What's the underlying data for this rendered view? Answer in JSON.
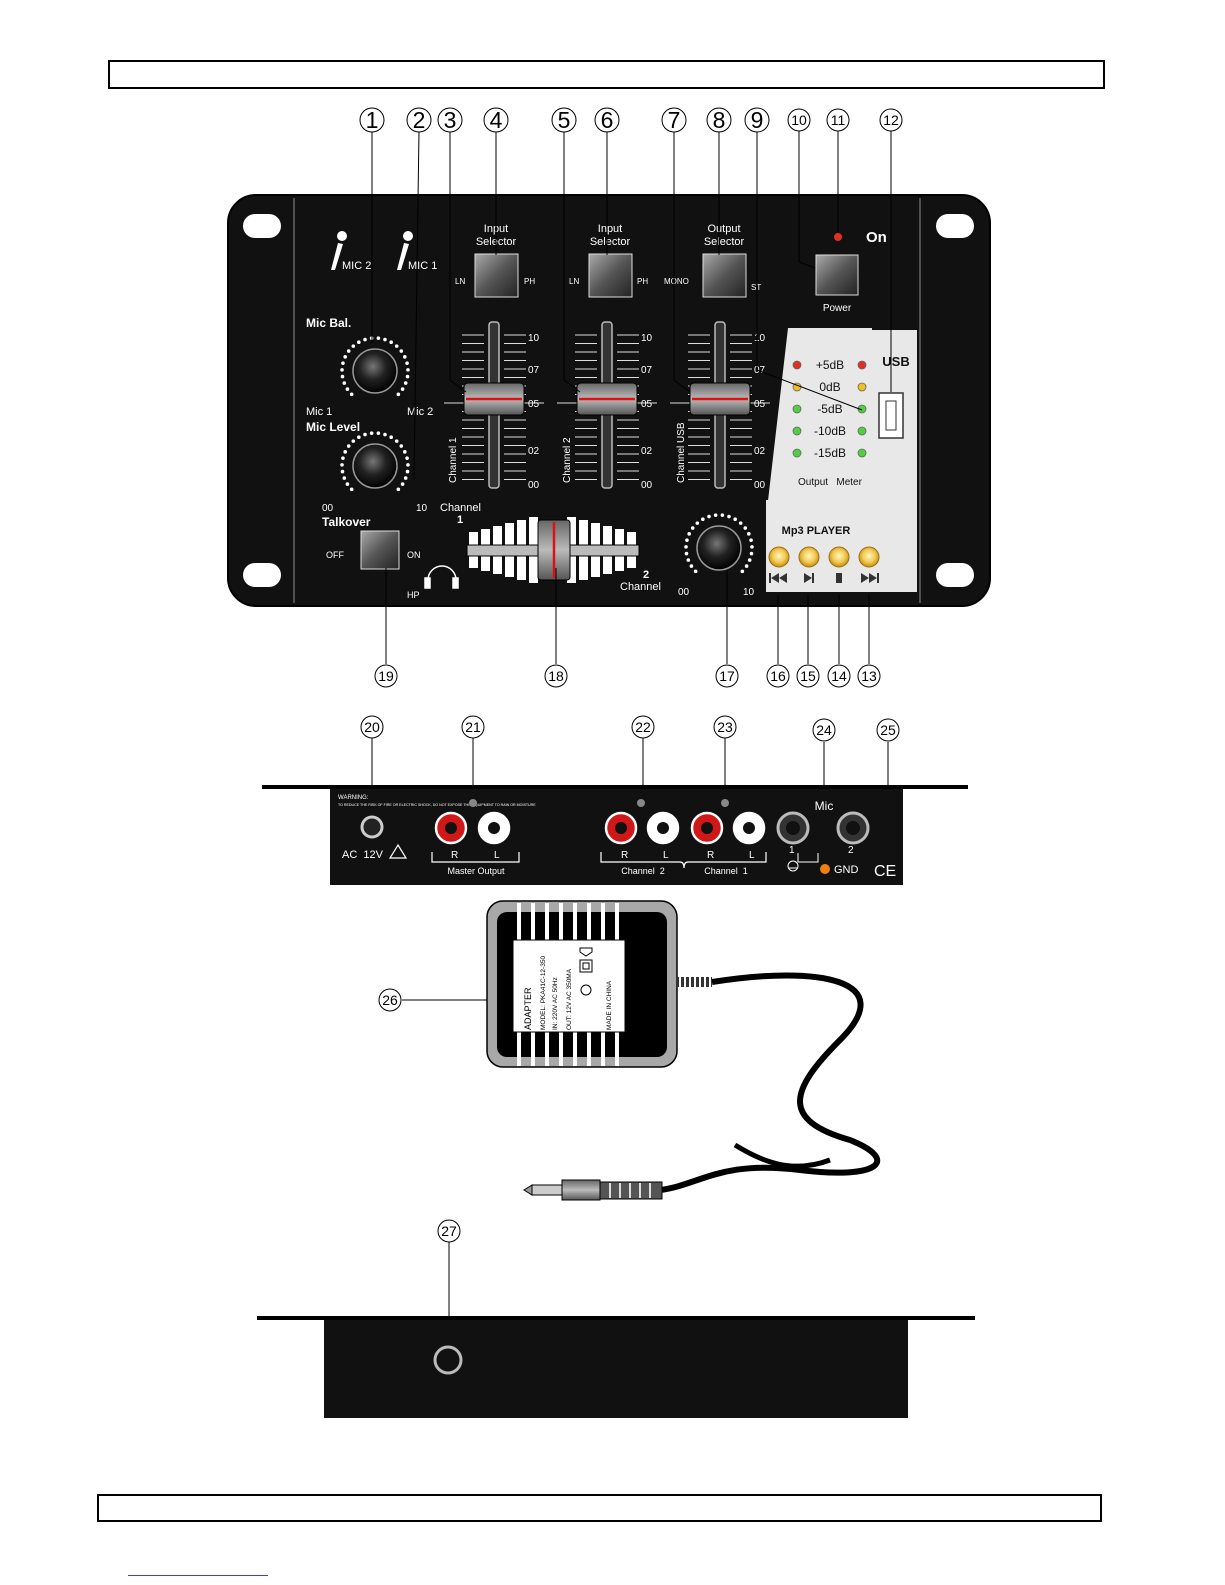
{
  "callouts": {
    "c1": "1",
    "c2": "2",
    "c3": "3",
    "c4": "4",
    "c5": "5",
    "c6": "6",
    "c7": "7",
    "c8": "8",
    "c9": "9",
    "c10": "10",
    "c11": "11",
    "c12": "12",
    "c13": "13",
    "c14": "14",
    "c15": "15",
    "c16": "16",
    "c17": "17",
    "c18": "18",
    "c19": "19",
    "c20": "20",
    "c21": "21",
    "c22": "22",
    "c23": "23",
    "c24": "24",
    "c25": "25",
    "c26": "26",
    "c27": "27"
  },
  "front": {
    "mic2": "MIC 2",
    "mic1": "MIC 1",
    "mic_bal": "Mic Bal.",
    "mic1_short": "Mic 1",
    "mic2_short": "Mic 2",
    "mic_level": "Mic Level",
    "zero": "00",
    "ten": "10",
    "talkover": "Talkover",
    "talk_off": "OFF",
    "talk_on": "ON",
    "hp": "HP",
    "input_selector_1a": "Input",
    "input_selector_1b": "Selector",
    "input_selector_2a": "Input",
    "input_selector_2b": "Selector",
    "output_selector_a": "Output",
    "output_selector_b": "Selector",
    "ln": "LN",
    "ph": "PH",
    "mono": "MONO",
    "st": "ST",
    "power": "Power",
    "on": "On",
    "scale_10": "10",
    "scale_07": "07",
    "scale_05": "05",
    "scale_02": "02",
    "scale_00": "00",
    "channel1": "Channel 1",
    "channel2": "Channel 2",
    "channel_usb": "Channel USB",
    "cf_channel1_a": "Channel",
    "cf_channel1_b": "1",
    "cf_channel2_a": "2",
    "cf_channel2_b": "Channel",
    "usb": "USB",
    "meter": [
      "+5dB",
      "0dB",
      "-5dB",
      "-10dB",
      "-15dB"
    ],
    "output_meter": "Output   Meter",
    "mp3_player": "Mp3 PLAYER"
  },
  "rear": {
    "warning": "WARNING:",
    "warning_text": "TO REDUCE THE RISK OF FIRE OR ELECTRIC SHOCK, DO NOT EXPOSE THIS EQUIPMENT TO RAIN OR MOISTURE",
    "ac": "AC  12V",
    "r": "R",
    "l": "L",
    "master_output": "Master Output",
    "channel2": "Channel  2",
    "channel1": "Channel  1",
    "mic": "Mic",
    "mic_n1": "1",
    "mic_n2": "2",
    "gnd": "GND",
    "ce": "CE"
  },
  "adapter": {
    "title": "ADAPTER",
    "model": "MODEL: PKA41C-12-350",
    "input": "IN: 220V  AC 50Hz",
    "output": "OUT: 12V  AC 350MA",
    "made": "MADE IN CHINA"
  }
}
